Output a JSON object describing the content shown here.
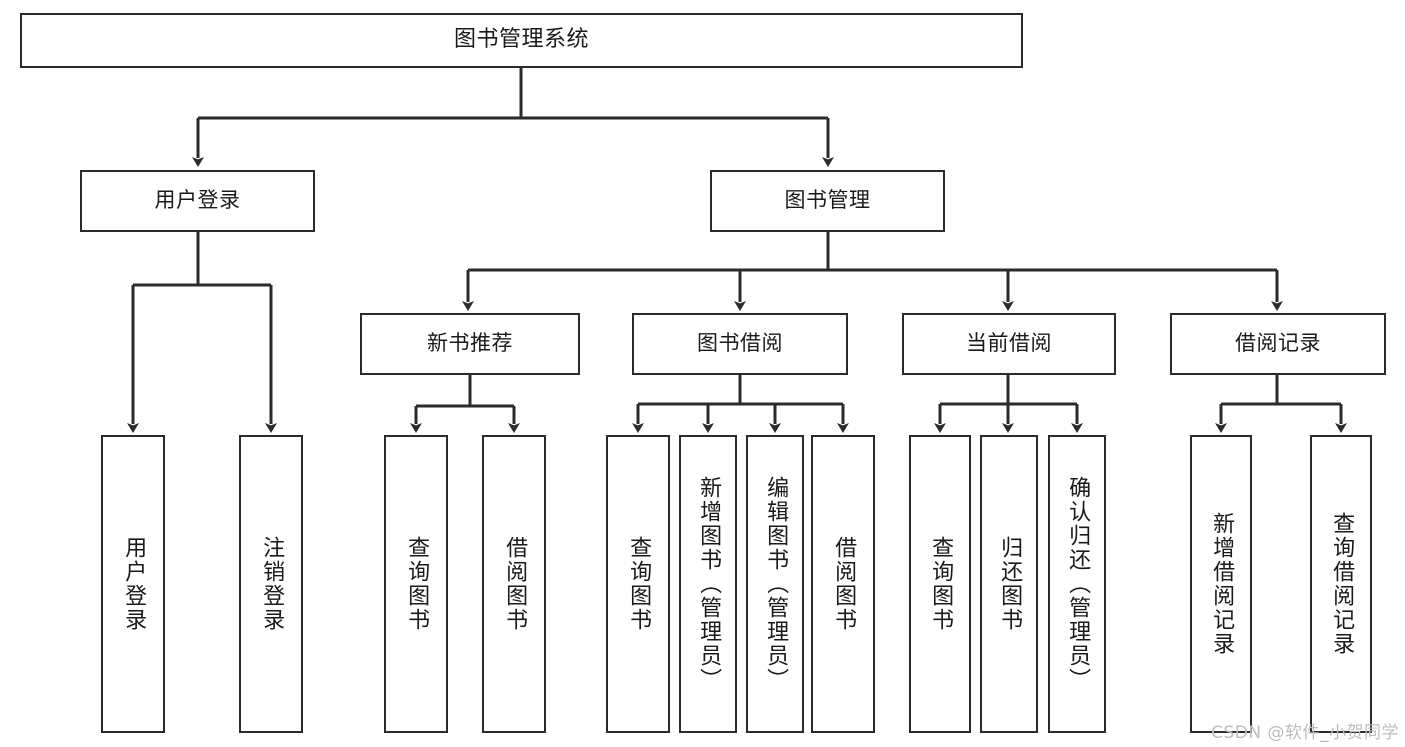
{
  "diagram": {
    "title": "图书管理系统",
    "type": "tree",
    "colors": {
      "box_border": "#2b2b2b",
      "box_fill": "#ffffff",
      "line": "#2b2b2b",
      "text": "#1a1a1a",
      "watermark": "#bdbdbd",
      "background": "#ffffff"
    },
    "root": {
      "label": "图书管理系统"
    },
    "level2": [
      {
        "label": "用户登录"
      },
      {
        "label": "图书管理"
      }
    ],
    "level3": [
      {
        "label": "新书推荐"
      },
      {
        "label": "图书借阅"
      },
      {
        "label": "当前借阅"
      },
      {
        "label": "借阅记录"
      }
    ],
    "leaves": {
      "user_login": [
        {
          "label": "用户登录"
        },
        {
          "label": "注销登录"
        }
      ],
      "new_book_recommend": [
        {
          "label": "查询图书"
        },
        {
          "label": "借阅图书"
        }
      ],
      "book_borrow": [
        {
          "label": "查询图书"
        },
        {
          "label": "新增图书（管理员）"
        },
        {
          "label": "编辑图书（管理员）"
        },
        {
          "label": "借阅图书"
        }
      ],
      "current_borrow": [
        {
          "label": "查询图书"
        },
        {
          "label": "归还图书"
        },
        {
          "label": "确认归还（管理员）"
        }
      ],
      "borrow_record": [
        {
          "label": "新增借阅记录"
        },
        {
          "label": "查询借阅记录"
        }
      ]
    }
  },
  "watermark": {
    "text": "CSDN @软件_小贺同学"
  }
}
